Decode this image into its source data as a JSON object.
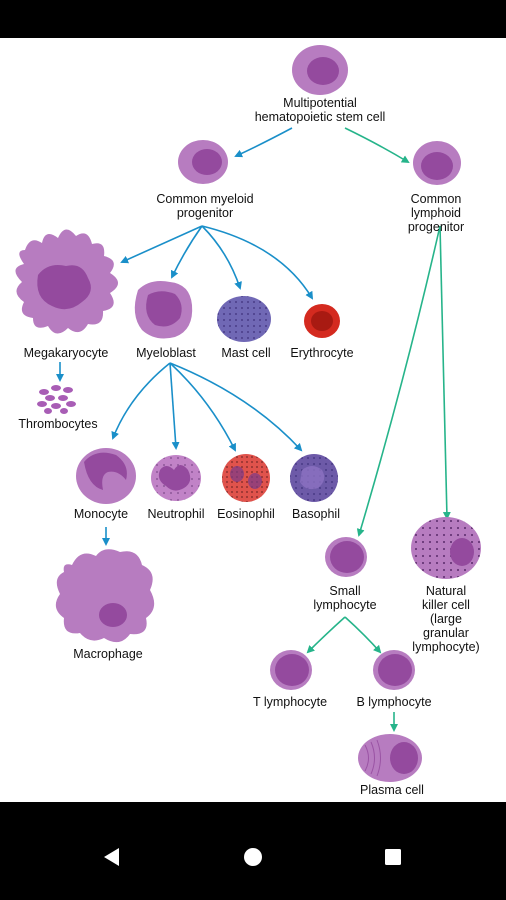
{
  "diagram": {
    "colors": {
      "myeloid_arrow": "#1a8fc9",
      "lymphoid_arrow": "#26b48a",
      "cell_fill": "#b77cc0",
      "cell_nucleus": "#944a9e",
      "erythrocyte": "#d42a1f",
      "eosinophil": "#e0534c",
      "basophil": "#6d5aa8",
      "mast_cell": "#7068b5"
    },
    "labels": {
      "stem_cell": "Multipotential\nhematopoietic stem cell",
      "common_myeloid": "Common myeloid\nprogenitor",
      "common_lymphoid": "Common lymphoid\nprogenitor",
      "megakaryocyte": "Megakaryocyte",
      "thrombocytes": "Thrombocytes",
      "myeloblast": "Myeloblast",
      "mast_cell": "Mast cell",
      "erythrocyte": "Erythrocyte",
      "monocyte": "Monocyte",
      "neutrophil": "Neutrophil",
      "eosinophil": "Eosinophil",
      "basophil": "Basophil",
      "macrophage": "Macrophage",
      "small_lymphocyte": "Small\nlymphocyte",
      "natural_killer": "Natural killer cell\n(large granular\nlymphocyte)",
      "t_lymphocyte": "T lymphocyte",
      "b_lymphocyte": "B lymphocyte",
      "plasma_cell": "Plasma cell"
    }
  },
  "navigation": {
    "back": "back-icon",
    "home": "home-icon",
    "recents": "recents-icon"
  }
}
